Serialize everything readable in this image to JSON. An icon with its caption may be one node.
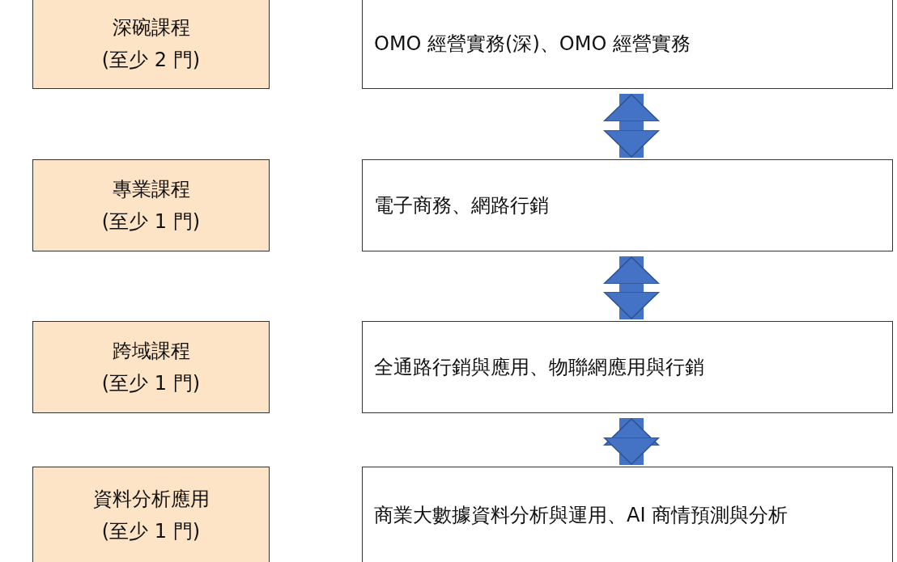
{
  "diagram": {
    "nodes": [
      {
        "text": [
          "深碗課程",
          "(至少 2 門)"
        ]
      },
      {
        "text": [
          "專業課程",
          "(至少 1 門)"
        ]
      },
      {
        "text": [
          "跨域課程",
          "(至少 1 門)"
        ]
      },
      {
        "text": [
          "資料分析應用",
          "(至少 1 門)"
        ]
      },
      {
        "text": [
          "OMO 經營實務(深)、OMO 經營實務"
        ]
      },
      {
        "text": [
          "電子商務、網路行銷"
        ]
      },
      {
        "text": [
          "全通路行銷與應用、物聯網應用與行銷"
        ]
      },
      {
        "text": [
          "商業大數據資料分析與運用、AI 商情預測與分析"
        ]
      }
    ],
    "edges": [
      {
        "from": 4,
        "to": 5,
        "arrow": "both"
      },
      {
        "from": 5,
        "to": 6,
        "arrow": "both"
      },
      {
        "from": 6,
        "to": 7,
        "arrow": "both"
      }
    ]
  }
}
